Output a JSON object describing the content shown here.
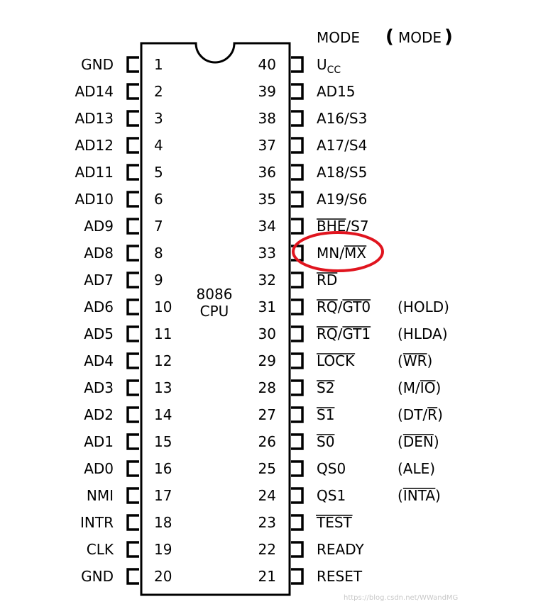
{
  "chip": {
    "label_line1": "8086",
    "label_line2": "CPU"
  },
  "top_labels": {
    "max_mode_header": "MODE",
    "min_mode_header": "MODE"
  },
  "left_pins": [
    {
      "num": "1",
      "name": "GND"
    },
    {
      "num": "2",
      "name": "AD14"
    },
    {
      "num": "3",
      "name": "AD13"
    },
    {
      "num": "4",
      "name": "AD12"
    },
    {
      "num": "5",
      "name": "AD11"
    },
    {
      "num": "6",
      "name": "AD10"
    },
    {
      "num": "7",
      "name": "AD9"
    },
    {
      "num": "8",
      "name": "AD8"
    },
    {
      "num": "9",
      "name": "AD7"
    },
    {
      "num": "10",
      "name": "AD6"
    },
    {
      "num": "11",
      "name": "AD5"
    },
    {
      "num": "12",
      "name": "AD4"
    },
    {
      "num": "13",
      "name": "AD3"
    },
    {
      "num": "14",
      "name": "AD2"
    },
    {
      "num": "15",
      "name": "AD1"
    },
    {
      "num": "16",
      "name": "AD0"
    },
    {
      "num": "17",
      "name": "NMI"
    },
    {
      "num": "18",
      "name": "INTR"
    },
    {
      "num": "19",
      "name": "CLK"
    },
    {
      "num": "20",
      "name": "GND"
    }
  ],
  "right_pins": [
    {
      "num": "40",
      "segments": [
        {
          "t": "U"
        },
        {
          "t": "CC",
          "sub": true
        }
      ],
      "alt": []
    },
    {
      "num": "39",
      "segments": [
        {
          "t": "AD15"
        }
      ],
      "alt": []
    },
    {
      "num": "38",
      "segments": [
        {
          "t": "A16/S3"
        }
      ],
      "alt": []
    },
    {
      "num": "37",
      "segments": [
        {
          "t": "A17/S4"
        }
      ],
      "alt": []
    },
    {
      "num": "36",
      "segments": [
        {
          "t": "A18/S5"
        }
      ],
      "alt": []
    },
    {
      "num": "35",
      "segments": [
        {
          "t": "A19/S6"
        }
      ],
      "alt": []
    },
    {
      "num": "34",
      "segments": [
        {
          "t": "BHE",
          "bar": true
        },
        {
          "t": "/S7"
        }
      ],
      "alt": []
    },
    {
      "num": "33",
      "segments": [
        {
          "t": "MN/"
        },
        {
          "t": "MX",
          "bar": true
        }
      ],
      "alt": []
    },
    {
      "num": "32",
      "segments": [
        {
          "t": "RD",
          "bar": true
        }
      ],
      "alt": []
    },
    {
      "num": "31",
      "segments": [
        {
          "t": "RQ",
          "bar": true
        },
        {
          "t": "/"
        },
        {
          "t": "GT0",
          "bar": true
        }
      ],
      "alt": [
        {
          "t": "(HOLD)"
        }
      ]
    },
    {
      "num": "30",
      "segments": [
        {
          "t": "RQ",
          "bar": true
        },
        {
          "t": "/"
        },
        {
          "t": "GT1",
          "bar": true
        }
      ],
      "alt": [
        {
          "t": "(HLDA)"
        }
      ]
    },
    {
      "num": "29",
      "segments": [
        {
          "t": "LOCK",
          "bar": true
        }
      ],
      "alt": [
        {
          "t": "("
        },
        {
          "t": "WR",
          "bar": true
        },
        {
          "t": ")"
        }
      ]
    },
    {
      "num": "28",
      "segments": [
        {
          "t": "S2",
          "bar": true
        }
      ],
      "alt": [
        {
          "t": "(M/"
        },
        {
          "t": "IO",
          "bar": true
        },
        {
          "t": ")"
        }
      ]
    },
    {
      "num": "27",
      "segments": [
        {
          "t": "S1",
          "bar": true
        }
      ],
      "alt": [
        {
          "t": "(DT/"
        },
        {
          "t": "R",
          "bar": true
        },
        {
          "t": ")"
        }
      ]
    },
    {
      "num": "26",
      "segments": [
        {
          "t": "S0",
          "bar": true
        }
      ],
      "alt": [
        {
          "t": "("
        },
        {
          "t": "DEN",
          "bar": true
        },
        {
          "t": ")"
        }
      ]
    },
    {
      "num": "25",
      "segments": [
        {
          "t": "QS0"
        }
      ],
      "alt": [
        {
          "t": "(ALE)"
        }
      ]
    },
    {
      "num": "24",
      "segments": [
        {
          "t": "QS1"
        }
      ],
      "alt": [
        {
          "t": "("
        },
        {
          "t": "INTA",
          "bar": true
        },
        {
          "t": ")"
        }
      ]
    },
    {
      "num": "23",
      "segments": [
        {
          "t": "TEST",
          "bar": true
        }
      ],
      "alt": []
    },
    {
      "num": "22",
      "segments": [
        {
          "t": "READY"
        }
      ],
      "alt": []
    },
    {
      "num": "21",
      "segments": [
        {
          "t": "RESET"
        }
      ],
      "alt": []
    }
  ],
  "highlight": {
    "pin": "33",
    "color": "#e0141e"
  },
  "watermark": "https://blog.csdn.net/WWandMG",
  "colors": {
    "ink": "#000000",
    "highlight": "#e0141e",
    "watermark": "#c8c8c8"
  }
}
